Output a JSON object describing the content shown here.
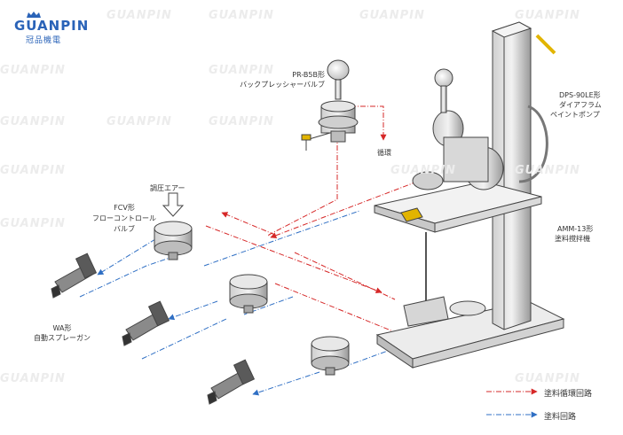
{
  "brand": {
    "name": "GUANPIN",
    "subtitle": "冠品機電"
  },
  "watermark": "GUANPIN",
  "labels": {
    "backpressure_valve_model": "PR-B5B形",
    "backpressure_valve_name": "バックプレッシャーバルブ",
    "circulation": "循環",
    "diaphragm_pump_model": "DPS-90LE形",
    "diaphragm_pump_name_1": "ダイアフラム",
    "diaphragm_pump_name_2": "ペイントポンプ",
    "regulated_air": "調圧エアー",
    "flow_valve_model": "FCV形",
    "flow_valve_name_1": "フローコントロール",
    "flow_valve_name_2": "バルブ",
    "agitator_model": "AMM-13形",
    "agitator_name": "塗料撹拌機",
    "spray_gun_model": "WA形",
    "spray_gun_name": "自動スプレーガン"
  },
  "legend": [
    {
      "name": "paint-circulation-circuit",
      "label": "塗料循環回路",
      "color": "#d62828"
    },
    {
      "name": "paint-circuit",
      "label": "塗料回路",
      "color": "#2f6fc4"
    }
  ],
  "colors": {
    "circulation_line": "#d62828",
    "supply_line": "#2f6fc4",
    "outline": "#444444",
    "brand": "#2a63b8"
  }
}
